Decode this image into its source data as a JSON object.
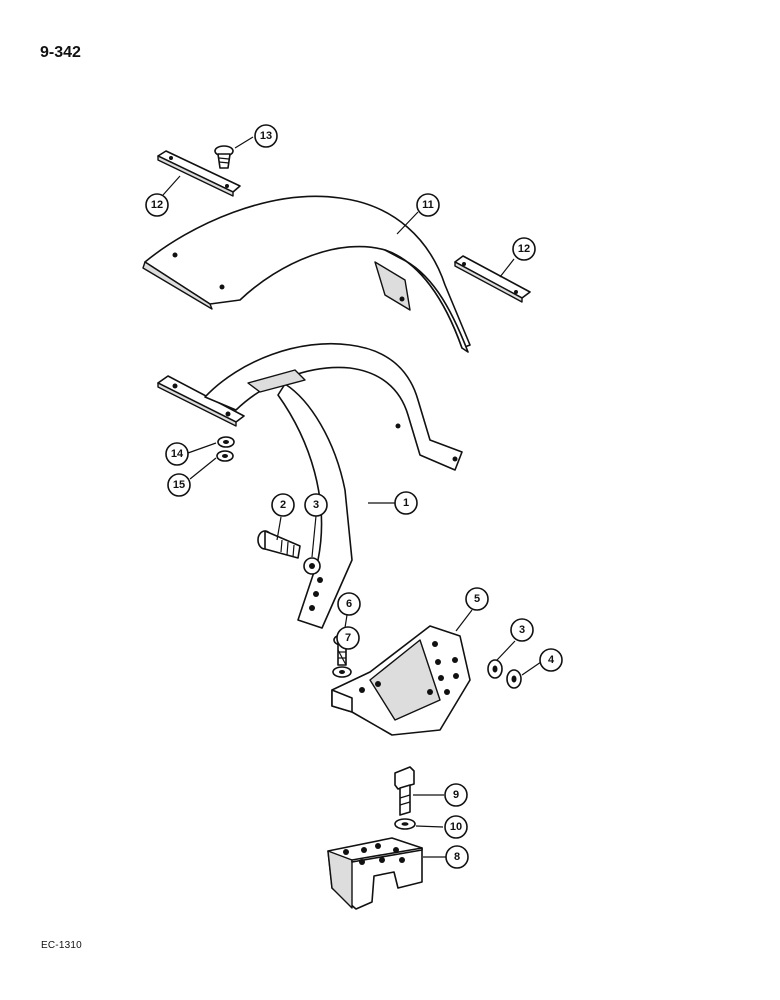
{
  "header": {
    "page_number": "9-342"
  },
  "footer": {
    "drawing_code": "EC-1310"
  },
  "callouts": [
    {
      "id": "c1",
      "label": "1"
    },
    {
      "id": "c2",
      "label": "2"
    },
    {
      "id": "c3a",
      "label": "3"
    },
    {
      "id": "c3b",
      "label": "3"
    },
    {
      "id": "c4",
      "label": "4"
    },
    {
      "id": "c5",
      "label": "5"
    },
    {
      "id": "c6",
      "label": "6"
    },
    {
      "id": "c7",
      "label": "7"
    },
    {
      "id": "c8",
      "label": "8"
    },
    {
      "id": "c9",
      "label": "9"
    },
    {
      "id": "c10",
      "label": "10"
    },
    {
      "id": "c11",
      "label": "11"
    },
    {
      "id": "c12a",
      "label": "12"
    },
    {
      "id": "c12b",
      "label": "12"
    },
    {
      "id": "c13",
      "label": "13"
    },
    {
      "id": "c14",
      "label": "14"
    },
    {
      "id": "c15",
      "label": "15"
    }
  ]
}
